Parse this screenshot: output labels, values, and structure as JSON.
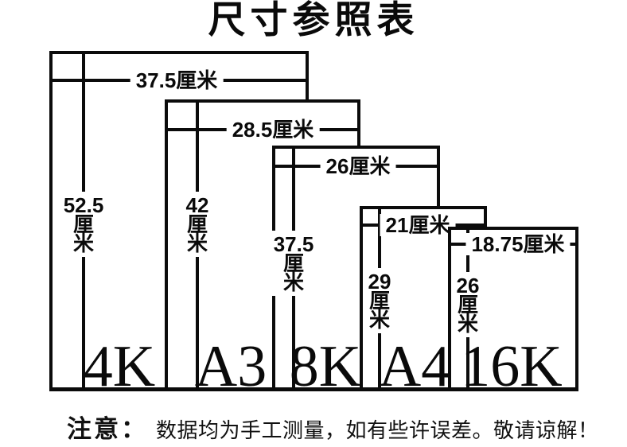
{
  "title": "尺寸参照表",
  "unit": "厘米",
  "papers": [
    {
      "size": "4K",
      "width_cm": 37.5,
      "height_cm": 52.5,
      "width_label": "37.5厘米",
      "height_value": "52.5",
      "unit": "厘米"
    },
    {
      "size": "A3",
      "width_cm": 28.5,
      "height_cm": 42,
      "width_label": "28.5厘米",
      "height_value": "42",
      "unit": "厘米"
    },
    {
      "size": "8K",
      "width_cm": 26,
      "height_cm": 37.5,
      "width_label": "26厘米",
      "height_value": "37.5",
      "unit": "厘米"
    },
    {
      "size": "A4",
      "width_cm": 21,
      "height_cm": 29,
      "width_label": "21厘米",
      "height_value": "29",
      "unit": "厘米"
    },
    {
      "size": "16K",
      "width_cm": 18.75,
      "height_cm": 26,
      "width_label": "18.75厘米",
      "height_value": "26",
      "unit": "厘米"
    }
  ],
  "note": {
    "prefix": "注意：",
    "text": "数据均为手工测量，如有些许误差。敬请谅解！"
  }
}
